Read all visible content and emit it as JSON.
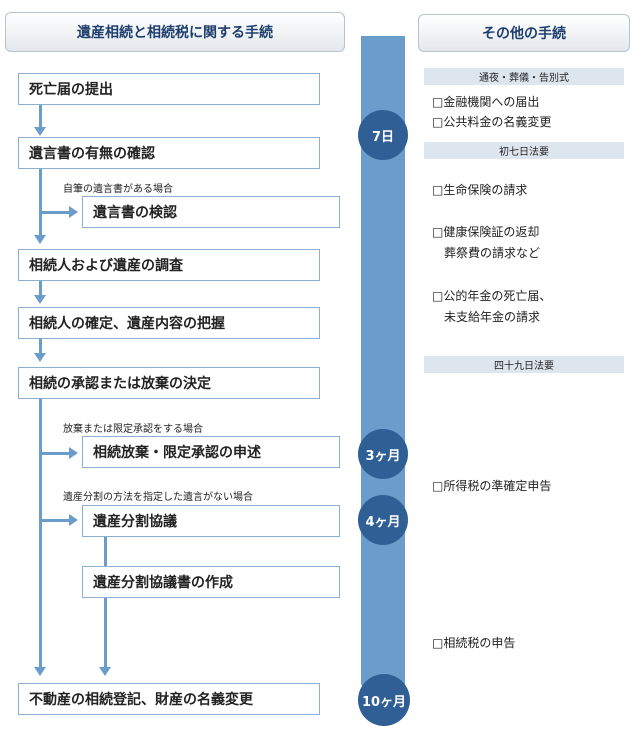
{
  "headers": {
    "left": "遺産相続と相続税に関する手続",
    "right": "その他の手続"
  },
  "steps": {
    "death_notice": "死亡届の提出",
    "will_check": "遺言書の有無の確認",
    "will_inspection": "遺言書の検認",
    "survey": "相続人および遺産の調査",
    "confirm": "相続人の確定、遺産内容の把握",
    "decision": "相続の承認または放棄の決定",
    "renounce": "相続放棄・限定承認の申述",
    "division": "遺産分割協議",
    "division_doc": "遺産分割協議書の作成",
    "registration": "不動産の相続登記、財産の名義変更"
  },
  "conditions": {
    "holographic_will": "自筆の遺言書がある場合",
    "renounce_or_limited": "放棄または限定承認をする場合",
    "no_division_will": "遺産分割の方法を指定した遺言がない場合"
  },
  "timeline": {
    "day7": "7日",
    "month3": "3ヶ月",
    "month4": "4ヶ月",
    "month10": "10ヶ月"
  },
  "ceremonies": {
    "funeral": "通夜・葬儀・告別式",
    "first7": "初七日法要",
    "day49": "四十九日法要"
  },
  "other_procedures": {
    "bank_line1": "□金融機関への届出",
    "bank_line2": "□公共料金の名義変更",
    "life_insurance": "□生命保険の請求",
    "health_line1": "□健康保険証の返却",
    "health_line2": "　葬祭費の請求など",
    "pension_line1": "□公的年金の死亡届、",
    "pension_line2": "　未支給年金の請求",
    "income_tax": "□所得税の準確定申告",
    "inheritance_tax": "□相続税の申告"
  },
  "colors": {
    "timeline_bar": "#6b9dcc",
    "circle": "#2f5f95",
    "ceremony_bg": "#dde5ee",
    "header_text": "#1e3f6e"
  }
}
